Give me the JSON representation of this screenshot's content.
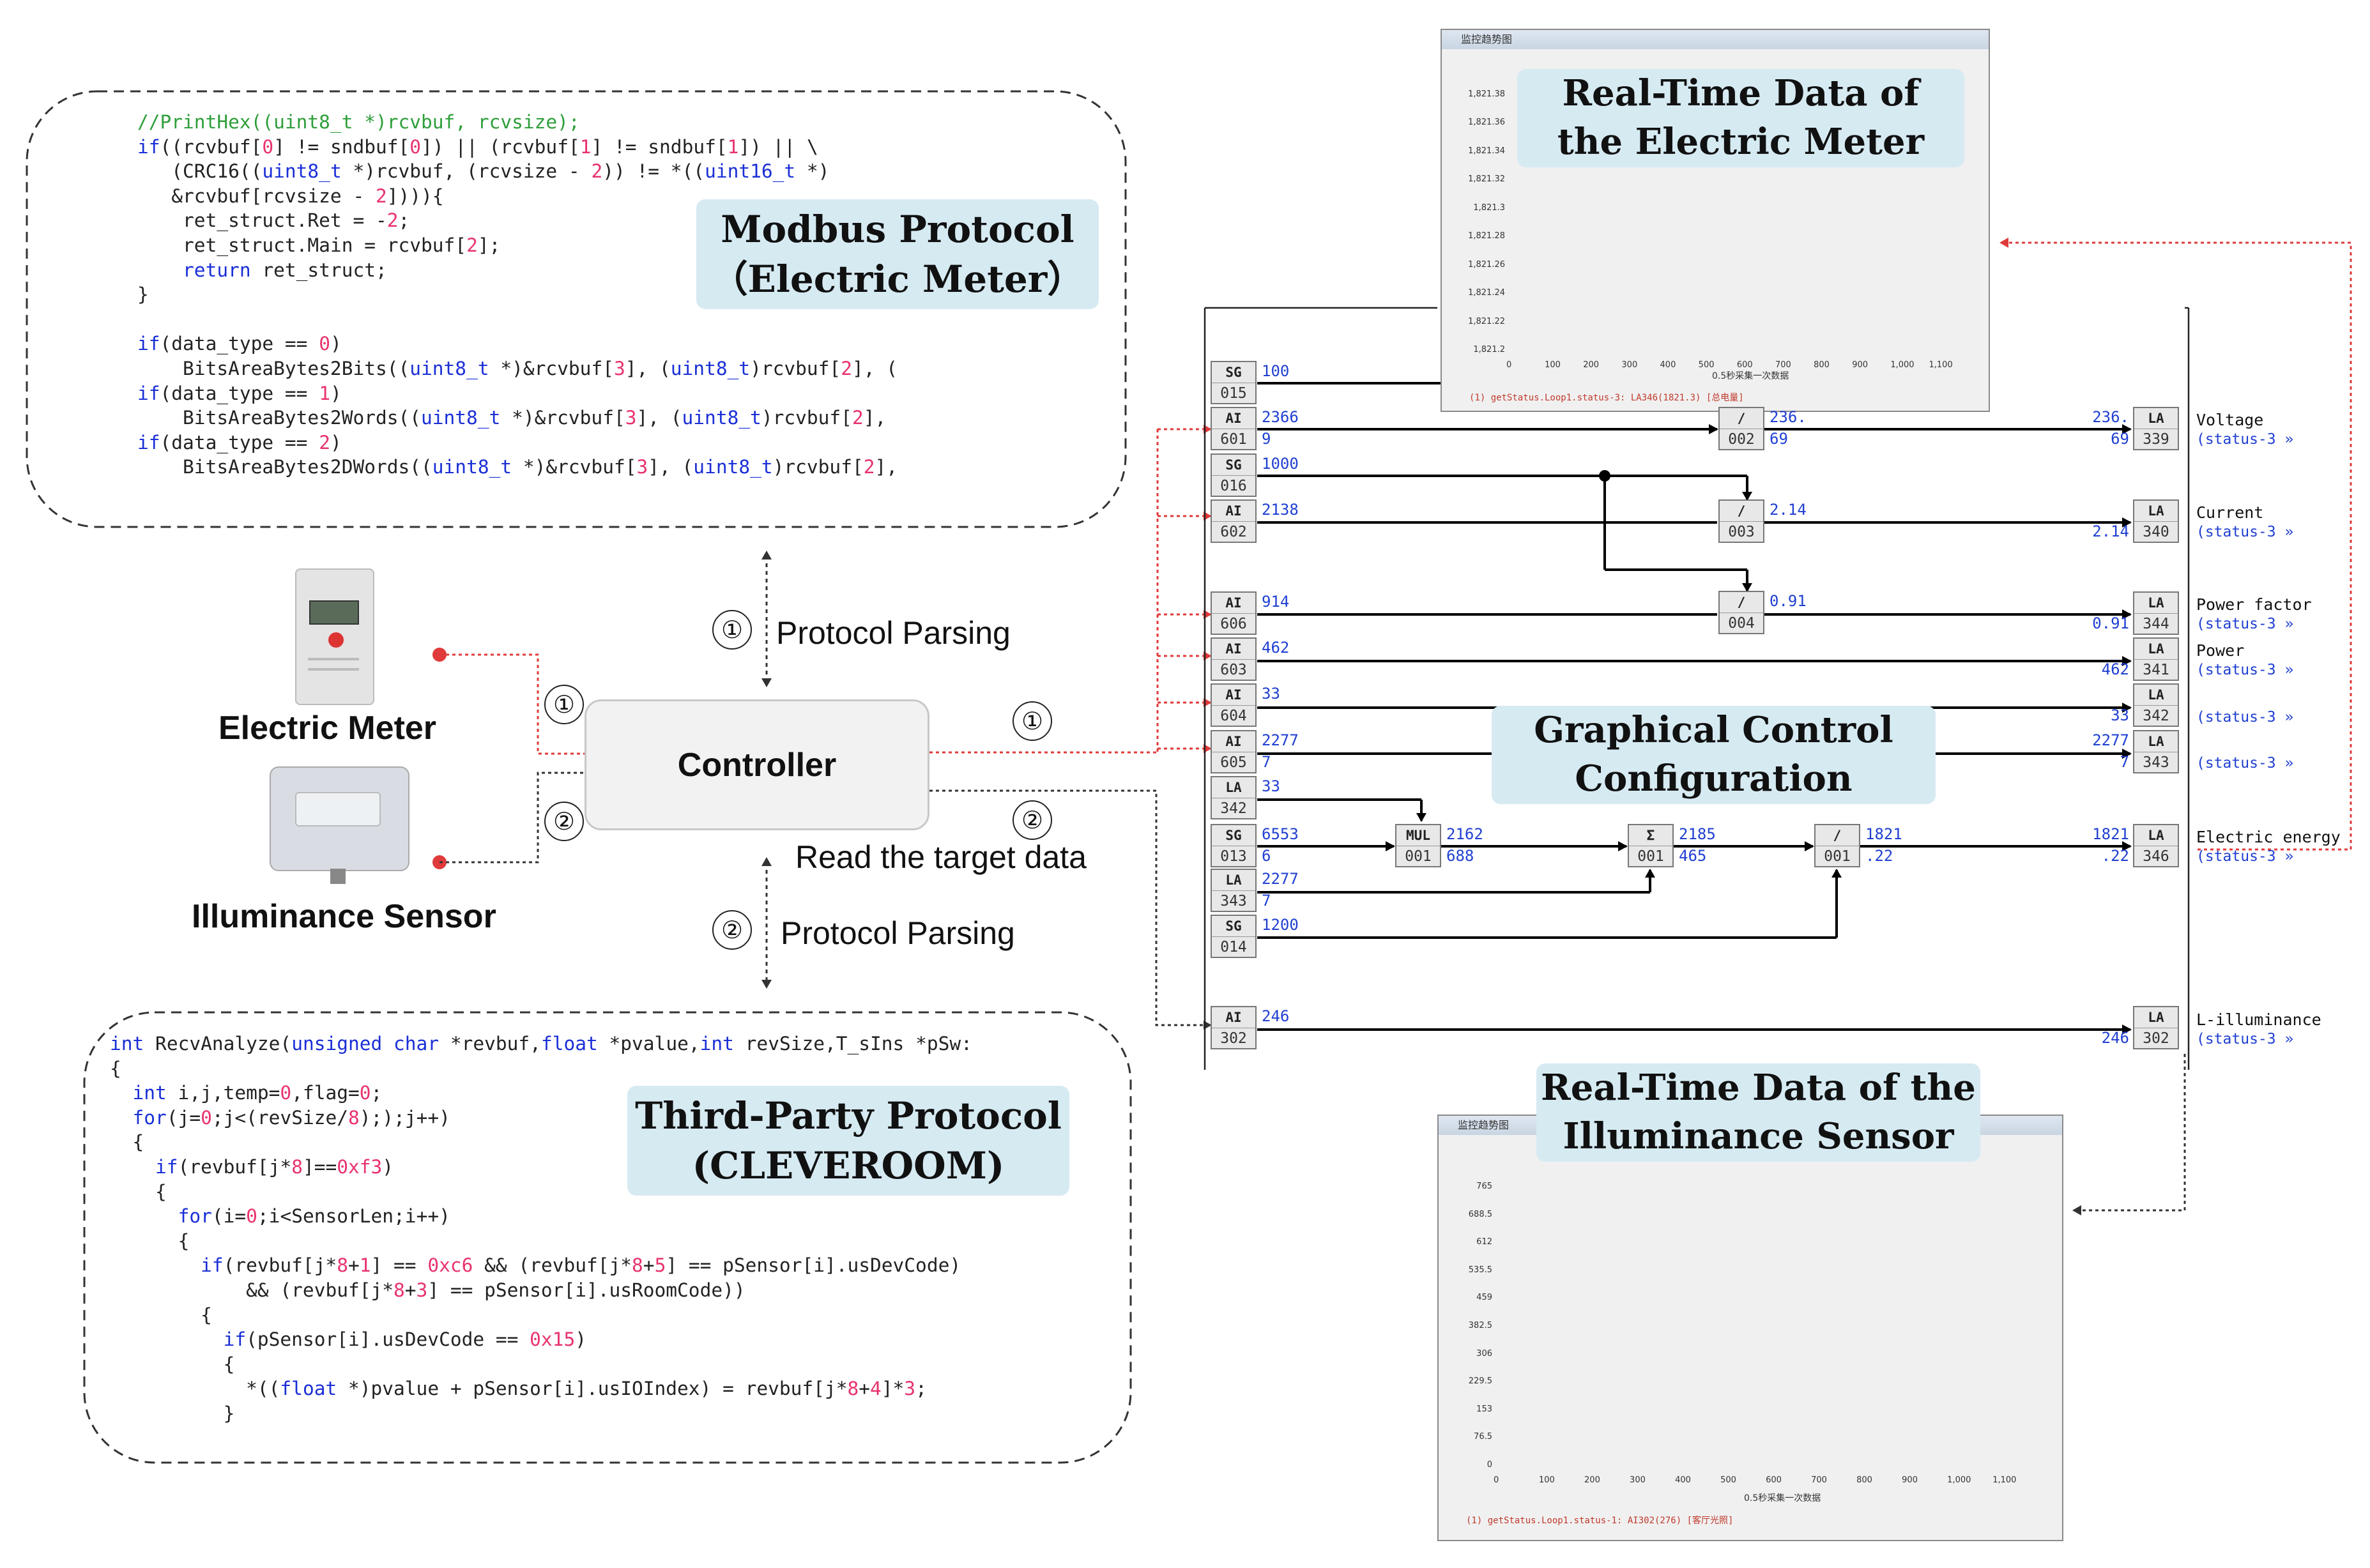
{
  "modbus": {
    "title_line1": "Modbus Protocol",
    "title_line2": "（Electric Meter）",
    "code": [
      [
        [
          "cm",
          "//PrintHex((uint8_t *)rcvbuf, rcvsize);"
        ]
      ],
      [
        [
          "kw",
          "if"
        ],
        [
          "",
          "((rcvbuf["
        ],
        [
          "nm",
          "0"
        ],
        [
          "",
          "] != sndbuf["
        ],
        [
          "nm",
          "0"
        ],
        [
          "",
          "]) || (rcvbuf["
        ],
        [
          "nm",
          "1"
        ],
        [
          "",
          "] != sndbuf["
        ],
        [
          "nm",
          "1"
        ],
        [
          "",
          "]) || \\"
        ]
      ],
      [
        [
          "",
          "   (CRC16(("
        ],
        [
          "kw",
          "uint8_t"
        ],
        [
          "",
          " *)rcvbuf, (rcvsize - "
        ],
        [
          "nm",
          "2"
        ],
        [
          "",
          "))"
        ],
        [
          "",
          " != *(("
        ],
        [
          "kw",
          "uint16_t"
        ],
        [
          "",
          " *)"
        ]
      ],
      [
        [
          "",
          "   &rcvbuf[rcvsize - "
        ],
        [
          "nm",
          "2"
        ],
        [
          "",
          "]))){"
        ]
      ],
      [
        [
          "",
          "    ret_struct.Ret = -"
        ],
        [
          "nm",
          "2"
        ],
        [
          "",
          ";"
        ]
      ],
      [
        [
          "",
          "    ret_struct.Main = rcvbuf["
        ],
        [
          "nm",
          "2"
        ],
        [
          "",
          "];"
        ]
      ],
      [
        [
          "kw",
          "    return"
        ],
        [
          "",
          " ret_struct;"
        ]
      ],
      [
        [
          "",
          "}"
        ]
      ],
      [
        [
          "",
          ""
        ]
      ],
      [
        [
          "kw",
          "if"
        ],
        [
          "",
          "(data_type == "
        ],
        [
          "nm",
          "0"
        ],
        [
          "",
          ")"
        ]
      ],
      [
        [
          "",
          "    BitsAreaBytes2Bits(("
        ],
        [
          "kw",
          "uint8_t"
        ],
        [
          "",
          " *)&rcvbuf["
        ],
        [
          "nm",
          "3"
        ],
        [
          "",
          "], ("
        ],
        [
          "kw",
          "uint8_t"
        ],
        [
          "",
          ")rcvbuf["
        ],
        [
          "nm",
          "2"
        ],
        [
          "",
          "], ("
        ]
      ],
      [
        [
          "kw",
          "if"
        ],
        [
          "",
          "(data_type == "
        ],
        [
          "nm",
          "1"
        ],
        [
          "",
          ")"
        ]
      ],
      [
        [
          "",
          "    BitsAreaBytes2Words(("
        ],
        [
          "kw",
          "uint8_t"
        ],
        [
          "",
          " *)&rcvbuf["
        ],
        [
          "nm",
          "3"
        ],
        [
          "",
          "], ("
        ],
        [
          "kw",
          "uint8_t"
        ],
        [
          "",
          ")rcvbuf["
        ],
        [
          "nm",
          "2"
        ],
        [
          "",
          "],"
        ]
      ],
      [
        [
          "kw",
          "if"
        ],
        [
          "",
          "(data_type == "
        ],
        [
          "nm",
          "2"
        ],
        [
          "",
          ")"
        ]
      ],
      [
        [
          "",
          "    BitsAreaBytes2DWords(("
        ],
        [
          "kw",
          "uint8_t"
        ],
        [
          "",
          " *)&rcvbuf["
        ],
        [
          "nm",
          "3"
        ],
        [
          "",
          "], ("
        ],
        [
          "kw",
          "uint8_t"
        ],
        [
          "",
          ")rcvbuf["
        ],
        [
          "nm",
          "2"
        ],
        [
          "",
          "],"
        ]
      ]
    ]
  },
  "cleveroom": {
    "title_line1": "Third-Party Protocol",
    "title_line2": "(CLEVEROOM)",
    "code": [
      [
        [
          "kw",
          "int"
        ],
        [
          "",
          " RecvAnalyze("
        ],
        [
          "kw",
          "unsigned char"
        ],
        [
          "",
          " *revbuf,"
        ],
        [
          "kw",
          "float"
        ],
        [
          "",
          " *pvalue,"
        ],
        [
          "kw",
          "int"
        ],
        [
          "",
          " revSize,T_sIns *pSw:"
        ]
      ],
      [
        [
          "",
          "{"
        ]
      ],
      [
        [
          "kw",
          "  int"
        ],
        [
          "",
          " i,j,temp="
        ],
        [
          "nm",
          "0"
        ],
        [
          "",
          ",flag="
        ],
        [
          "nm",
          "0"
        ],
        [
          "",
          ";"
        ]
      ],
      [
        [
          "kw",
          "  for"
        ],
        [
          "",
          "(j="
        ],
        [
          "nm",
          "0"
        ],
        [
          "",
          ";j<(revSize/"
        ],
        [
          "nm",
          "8"
        ],
        [
          "",
          "););j++)"
        ]
      ],
      [
        [
          "",
          "  {"
        ]
      ],
      [
        [
          "kw",
          "    if"
        ],
        [
          "",
          "(revbuf[j*"
        ],
        [
          "nm",
          "8"
        ],
        [
          "",
          "]=="
        ],
        [
          "nm",
          "0xf3"
        ],
        [
          "",
          ")"
        ]
      ],
      [
        [
          "",
          "    {"
        ]
      ],
      [
        [
          "kw",
          "      for"
        ],
        [
          "",
          "(i="
        ],
        [
          "nm",
          "0"
        ],
        [
          "",
          ";i<SensorLen;i++)"
        ]
      ],
      [
        [
          "",
          "      {"
        ]
      ],
      [
        [
          "kw",
          "        if"
        ],
        [
          "",
          "(revbuf[j*"
        ],
        [
          "nm",
          "8"
        ],
        [
          "",
          "+"
        ],
        [
          "nm",
          "1"
        ],
        [
          "",
          "] == "
        ],
        [
          "nm",
          "0xc6"
        ],
        [
          "",
          " && (revbuf[j*"
        ],
        [
          "nm",
          "8"
        ],
        [
          "",
          "+"
        ],
        [
          "nm",
          "5"
        ],
        [
          "",
          "] == pSensor[i].usDevCode)"
        ]
      ],
      [
        [
          "",
          "            && (revbuf[j*"
        ],
        [
          "nm",
          "8"
        ],
        [
          "",
          "+"
        ],
        [
          "nm",
          "3"
        ],
        [
          "",
          "] == pSensor[i].usRoomCode))"
        ]
      ],
      [
        [
          "",
          "        {"
        ]
      ],
      [
        [
          "kw",
          "          if"
        ],
        [
          "",
          "(pSensor[i].usDevCode == "
        ],
        [
          "nm",
          "0x15"
        ],
        [
          "",
          ")"
        ]
      ],
      [
        [
          "",
          "          {"
        ]
      ],
      [
        [
          "",
          "            *(("
        ],
        [
          "kw",
          "float"
        ],
        [
          "",
          " *)pvalue + pSensor[i].usIOIndex) = revbuf[j*"
        ],
        [
          "nm",
          "8"
        ],
        [
          "",
          "+"
        ],
        [
          "nm",
          "4"
        ],
        [
          "",
          "]*"
        ],
        [
          "nm",
          "3"
        ],
        [
          "",
          ";"
        ]
      ],
      [
        [
          "",
          "          }"
        ]
      ]
    ]
  },
  "center": {
    "controller": "Controller",
    "electric_meter": "Electric Meter",
    "illuminance_sensor": "Illuminance Sensor",
    "protocol_parsing_1": "Protocol Parsing",
    "protocol_parsing_2": "Protocol Parsing",
    "read_target": "Read the target data",
    "circ1": "①",
    "circ2": "②"
  },
  "titles": {
    "meter_chart_1": "Real-Time Data of",
    "meter_chart_2": "the Electric Meter",
    "gcc_1": "Graphical Control",
    "gcc_2": "Configuration",
    "illum_chart_1": "Real-Time Data of the",
    "illum_chart_2": "Illuminance Sensor"
  },
  "meter_window": {
    "title": "监控趋势图",
    "y_ticks": [
      "1,821.38",
      "1,821.36",
      "1,821.34",
      "1,821.32",
      "1,821.3",
      "1,821.28",
      "1,821.26",
      "1,821.24",
      "1,821.22",
      "1,821.2"
    ],
    "x_ticks": [
      "0",
      "100",
      "200",
      "300",
      "400",
      "500",
      "600",
      "700",
      "800",
      "900",
      "1,000",
      "1,100"
    ],
    "x_caption": "0.5秒采集一次数据",
    "footer": "(1) getStatus.Loop1.status-3: LA346(1821.3)  [总电量]"
  },
  "illum_window": {
    "title": "监控趋势图",
    "y_ticks": [
      "765",
      "688.5",
      "612",
      "535.5",
      "459",
      "382.5",
      "306",
      "229.5",
      "153",
      "76.5",
      "0"
    ],
    "x_ticks": [
      "0",
      "100",
      "200",
      "300",
      "400",
      "500",
      "600",
      "700",
      "800",
      "900",
      "1,000",
      "1,100"
    ],
    "x_caption": "0.5秒采集一次数据",
    "footer": "(1) getStatus.Loop1.status-1: AI302(276)  [客厅光照]"
  },
  "blocks": [
    {
      "id": "sg015",
      "type": "SG",
      "num": "015",
      "v1": "100",
      "v2": ""
    },
    {
      "id": "ai601",
      "type": "AI",
      "num": "601",
      "v1": "2366",
      "v2": "9"
    },
    {
      "id": "sg016",
      "type": "SG",
      "num": "016",
      "v1": "1000",
      "v2": ""
    },
    {
      "id": "ai602",
      "type": "AI",
      "num": "602",
      "v1": "2138",
      "v2": ""
    },
    {
      "id": "ai606",
      "type": "AI",
      "num": "606",
      "v1": "914",
      "v2": ""
    },
    {
      "id": "ai603",
      "type": "AI",
      "num": "603",
      "v1": "462",
      "v2": ""
    },
    {
      "id": "ai604",
      "type": "AI",
      "num": "604",
      "v1": "33",
      "v2": ""
    },
    {
      "id": "ai605",
      "type": "AI",
      "num": "605",
      "v1": "2277",
      "v2": "7"
    },
    {
      "id": "la342",
      "type": "LA",
      "num": "342",
      "v1": "33",
      "v2": ""
    },
    {
      "id": "sg013",
      "type": "SG",
      "num": "013",
      "v1": "6553",
      "v2": "6"
    },
    {
      "id": "la343",
      "type": "LA",
      "num": "343",
      "v1": "2277",
      "v2": "7"
    },
    {
      "id": "sg014",
      "type": "SG",
      "num": "014",
      "v1": "1200",
      "v2": ""
    },
    {
      "id": "ai302",
      "type": "AI",
      "num": "302",
      "v1": "246",
      "v2": ""
    },
    {
      "id": "div002",
      "type": "/",
      "num": "002",
      "v1": "236.",
      "v2": "69"
    },
    {
      "id": "div003",
      "type": "/",
      "num": "003",
      "v1": "2.14",
      "v2": ""
    },
    {
      "id": "div004",
      "type": "/",
      "num": "004",
      "v1": "0.91",
      "v2": ""
    },
    {
      "id": "mul001",
      "type": "MUL",
      "num": "001",
      "v1": "2162",
      "v2": "688"
    },
    {
      "id": "sum001",
      "type": "Σ",
      "num": "001",
      "v1": "2185",
      "v2": "465"
    },
    {
      "id": "div001",
      "type": "/",
      "num": "001",
      "v1": "1821",
      "v2": ".22"
    },
    {
      "id": "la339",
      "type": "LA",
      "num": "339",
      "v1": "236.",
      "v2": "69"
    },
    {
      "id": "la340",
      "type": "LA",
      "num": "340",
      "v1": "",
      "v2": "2.14"
    },
    {
      "id": "la344",
      "type": "LA",
      "num": "344",
      "v1": "",
      "v2": "0.91"
    },
    {
      "id": "la341",
      "type": "LA",
      "num": "341",
      "v1": "",
      "v2": "462"
    },
    {
      "id": "la342b",
      "type": "LA",
      "num": "342",
      "v1": "",
      "v2": "33"
    },
    {
      "id": "la343b",
      "type": "LA",
      "num": "343",
      "v1": "2277",
      "v2": "7"
    },
    {
      "id": "la346",
      "type": "LA",
      "num": "346",
      "v1": "1821",
      "v2": ".22"
    },
    {
      "id": "la302",
      "type": "LA",
      "num": "302",
      "v1": "",
      "v2": "246"
    }
  ],
  "side_labels": [
    {
      "name": "Voltage",
      "status": "(status-3 »"
    },
    {
      "name": "Current",
      "status": "(status-3 »"
    },
    {
      "name": "Power factor",
      "status": "(status-3 »"
    },
    {
      "name": "Power",
      "status": "(status-3 »"
    },
    {
      "name": "",
      "status": "(status-3 »"
    },
    {
      "name": "",
      "status": "(status-3 »"
    },
    {
      "name": "Electric energy",
      "status": "(status-3 »"
    },
    {
      "name": "L-illuminance",
      "status": "(status-3 »"
    }
  ],
  "colors": {
    "badge": "#d6eaf2",
    "red_dotted": "#e03a3a",
    "plot_line": "#e03a3a",
    "wire": "#000000"
  }
}
